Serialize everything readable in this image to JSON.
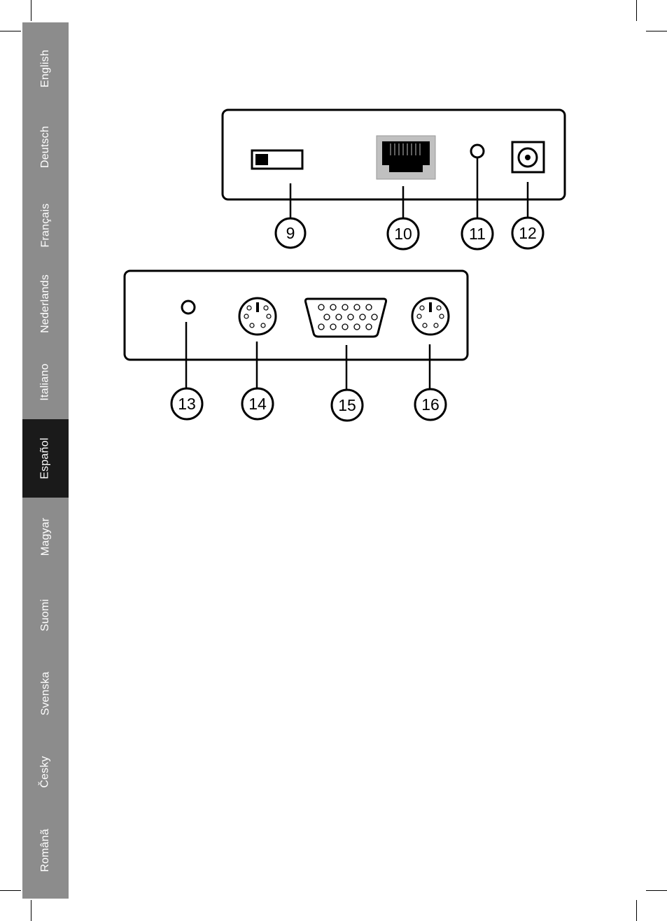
{
  "languages": [
    {
      "label": "English",
      "active": false
    },
    {
      "label": "Deutsch",
      "active": false
    },
    {
      "label": "Français",
      "active": false
    },
    {
      "label": "Nederlands",
      "active": false
    },
    {
      "label": "Italiano",
      "active": false
    },
    {
      "label": "Español",
      "active": true
    },
    {
      "label": "Magyar",
      "active": false
    },
    {
      "label": "Suomi",
      "active": false
    },
    {
      "label": "Svenska",
      "active": false
    },
    {
      "label": "Česky",
      "active": false
    },
    {
      "label": "Românã",
      "active": false
    }
  ],
  "callouts": {
    "c9": "9",
    "c10": "10",
    "c11": "11",
    "c12": "12",
    "c13": "13",
    "c14": "14",
    "c15": "15",
    "c16": "16"
  },
  "colors": {
    "sidebar": "#8c8c8c",
    "sidebar_active": "#1a1a1a",
    "rj45_body": "#c0c0c0"
  }
}
